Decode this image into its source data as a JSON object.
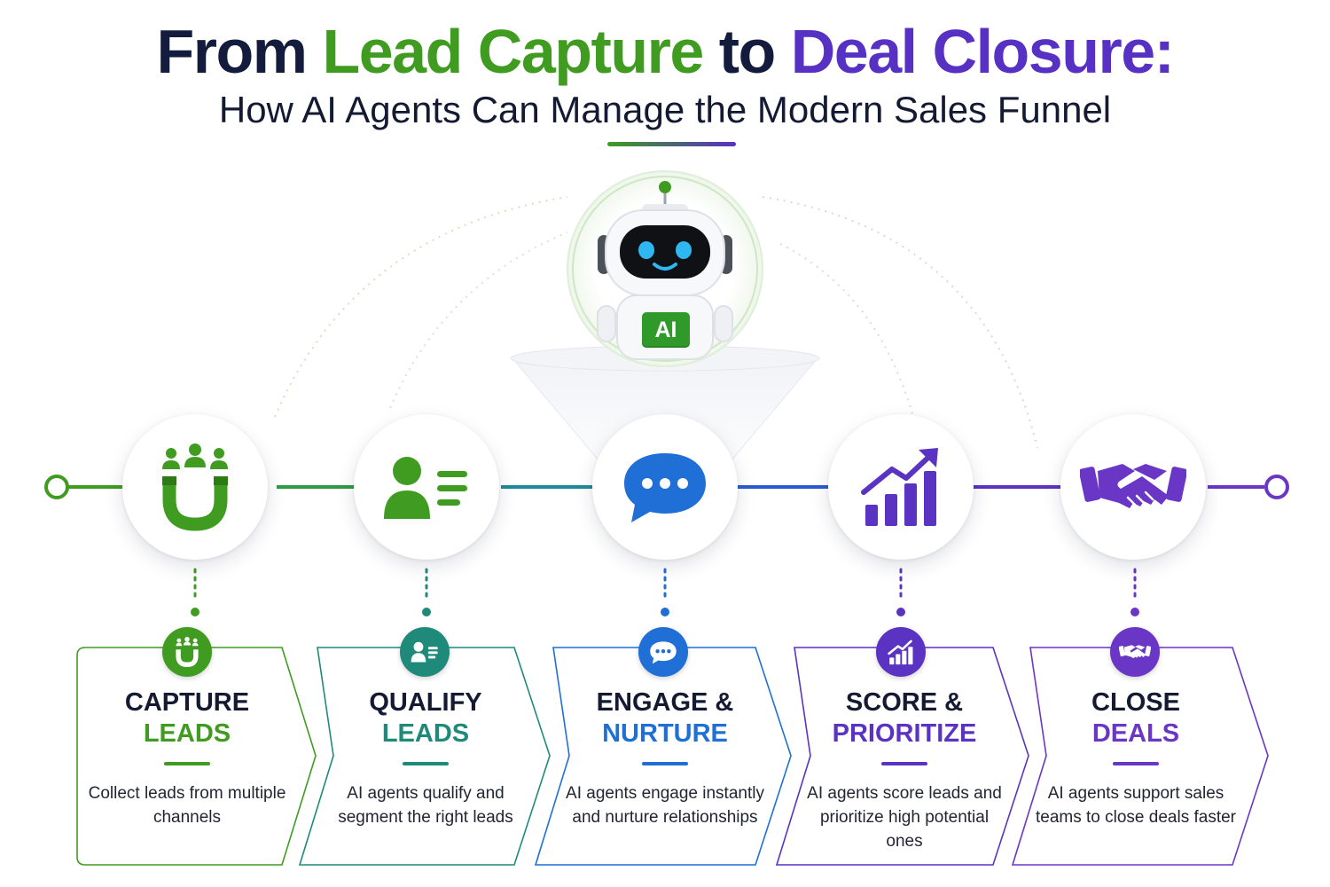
{
  "header": {
    "title_part1": "From ",
    "title_part2": "Lead Capture",
    "title_part3": " to ",
    "title_part4": "Deal Closure:",
    "subtitle": "How AI Agents Can Manage the Modern Sales Funnel"
  },
  "robot": {
    "badge": "AI"
  },
  "colors": {
    "green": "#3f9c21",
    "teal": "#1f8a7a",
    "blue": "#1f6fd6",
    "violet": "#5b33c2",
    "purple": "#6a36c6",
    "navy": "#131c3d"
  },
  "stages": [
    {
      "title_line1": "CAPTURE",
      "title_line2": "LEADS",
      "description": "Collect leads from multiple channels",
      "icon": "magnet-people-icon",
      "color": "#3f9c21"
    },
    {
      "title_line1": "QUALIFY",
      "title_line2": "LEADS",
      "description": "AI agents qualify and segment the right leads",
      "icon": "profile-list-icon",
      "color": "#1f8a7a"
    },
    {
      "title_line1": "ENGAGE &",
      "title_line2": "NURTURE",
      "description": "AI agents engage instantly and nurture relationships",
      "icon": "chat-bubble-icon",
      "color": "#1f6fd6"
    },
    {
      "title_line1": "SCORE &",
      "title_line2": "PRIORITIZE",
      "description": "AI agents score leads and prioritize high potential ones",
      "icon": "growth-chart-icon",
      "color": "#5b33c2"
    },
    {
      "title_line1": "CLOSE",
      "title_line2": "DEALS",
      "description": "AI agents support sales teams to close deals faster",
      "icon": "handshake-icon",
      "color": "#6a36c6"
    }
  ]
}
